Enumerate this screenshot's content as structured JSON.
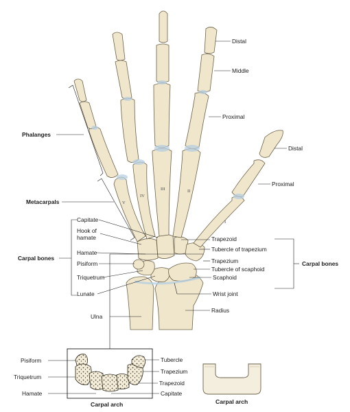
{
  "colors": {
    "bone": "#efe6cc",
    "bone_shade": "#cbbd98",
    "joint": "#b7cfe0",
    "line": "#1a1a1a",
    "outline": "#6b6148"
  },
  "labels_right": {
    "distal": "Distal",
    "middle": "Middle",
    "proximal": "Proximal",
    "thumb_distal": "Distal",
    "thumb_proximal": "Proximal",
    "trapezoid": "Trapezoid",
    "tubercle_of_trapezium": "Tubercle of trapezium",
    "trapezium": "Trapezium",
    "tubercle_of_scaphoid": "Tubercle of scaphoid",
    "scaphoid": "Scaphoid",
    "wrist_joint": "Wrist joint",
    "radius": "Radius",
    "carpal_bones": "Carpal bones"
  },
  "labels_left": {
    "phalanges": "Phalanges",
    "metacarpals": "Metacarpals",
    "capitate": "Capitate",
    "hook_of_hamate_1": "Hook of",
    "hook_of_hamate_2": "hamate",
    "hamate": "Hamate",
    "pisiform": "Pisiform",
    "triquetrum": "Triquetrum",
    "lunate": "Lunate",
    "carpal_bones": "Carpal bones",
    "ulna": "Ulna"
  },
  "roman_numerals": [
    "I",
    "II",
    "III",
    "IV",
    "V"
  ],
  "inset": {
    "pisiform": "Pisiform",
    "triquetrum": "Triquetrum",
    "hamate": "Hamate",
    "tubercle": "Tubercle",
    "trapezium": "Trapezium",
    "trapezoid": "Trapezoid",
    "capitate": "Capitate",
    "caption": "Carpal arch"
  },
  "schematic": {
    "caption": "Carpal arch"
  }
}
